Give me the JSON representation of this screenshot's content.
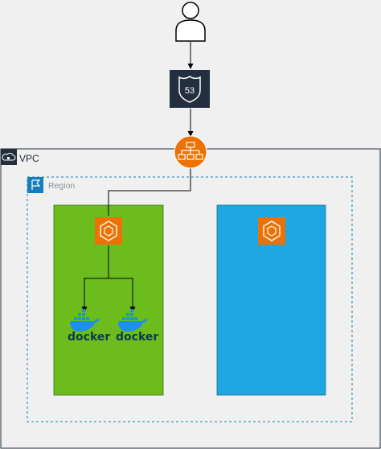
{
  "diagram": {
    "vpc_label": "VPC",
    "region_label": "Region",
    "route53_label": "53",
    "docker_labels": [
      "docker",
      "docker"
    ]
  },
  "colors": {
    "background": "#f0f0f0",
    "vpc_border": "#232f3e",
    "region_border": "#147eba",
    "left_panel": "#6cbc1e",
    "right_panel": "#1ea7e0",
    "ecs_orange": "#ed7100",
    "route53_bg": "#232f3e",
    "docker_blue": "#1d91e6",
    "docker_text": "#0b3a53"
  },
  "icons": [
    "user-icon",
    "route53-icon",
    "load-balancer-icon",
    "vpc-cloud-icon",
    "region-flag-icon",
    "ecs-icon",
    "docker-icon"
  ]
}
